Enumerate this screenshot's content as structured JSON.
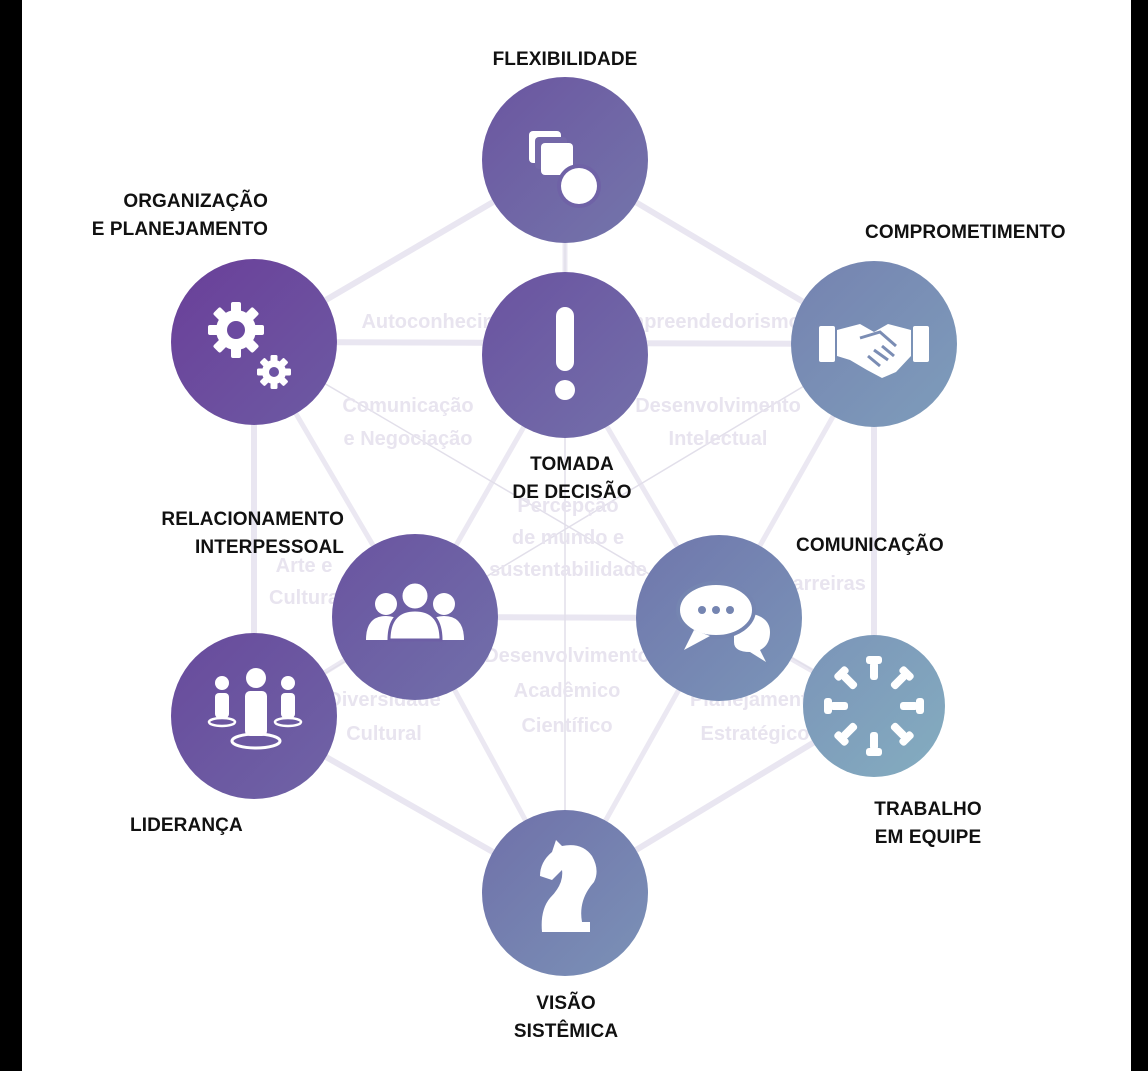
{
  "diagram": {
    "nodes": [
      {
        "id": "flexibilidade",
        "label": "FLEXIBILIDADE",
        "icon": "overlapping-shapes-icon",
        "color": "#6f63a6"
      },
      {
        "id": "organizacao",
        "label": "ORGANIZAÇÃO\nE PLANEJAMENTO",
        "icon": "gears-icon",
        "color": "#6b4a9e"
      },
      {
        "id": "comprometimento",
        "label": "COMPROMETIMENTO",
        "icon": "handshake-icon",
        "color": "#7a8fb5"
      },
      {
        "id": "tomada",
        "label": "TOMADA\nDE DECISÃO",
        "icon": "exclamation-icon",
        "color": "#6f63a6"
      },
      {
        "id": "relacionamento",
        "label": "RELACIONAMENTO\nINTERPESSOAL",
        "icon": "group-icon",
        "color": "#6e5fa4"
      },
      {
        "id": "comunicacao",
        "label": "COMUNICAÇÃO",
        "icon": "chat-bubbles-icon",
        "color": "#7283b0"
      },
      {
        "id": "lideranca",
        "label": "LIDERANÇA",
        "icon": "leader-icon",
        "color": "#6b55a0"
      },
      {
        "id": "trabalho",
        "label": "TRABALHO\nEM EQUIPE",
        "icon": "hands-circle-icon",
        "color": "#80a3bd"
      },
      {
        "id": "visao",
        "label": "VISÃO\nSISTÊMICA",
        "icon": "chess-knight-icon",
        "color": "#7483ae"
      }
    ],
    "background_words": [
      "Autoconhecimento",
      "Empreendedorismo",
      "Comunicação",
      "e Negociação",
      "Desenvolvimento",
      "Intelectual",
      "Percepção",
      "de mundo e",
      "sustentabilidade",
      "Arte e",
      "Cultura",
      "Carreiras",
      "Desenvolvimento",
      "Acadêmico",
      "Científico",
      "Diversidade",
      "Cultural",
      "Planejamento",
      "Estratégico"
    ]
  }
}
